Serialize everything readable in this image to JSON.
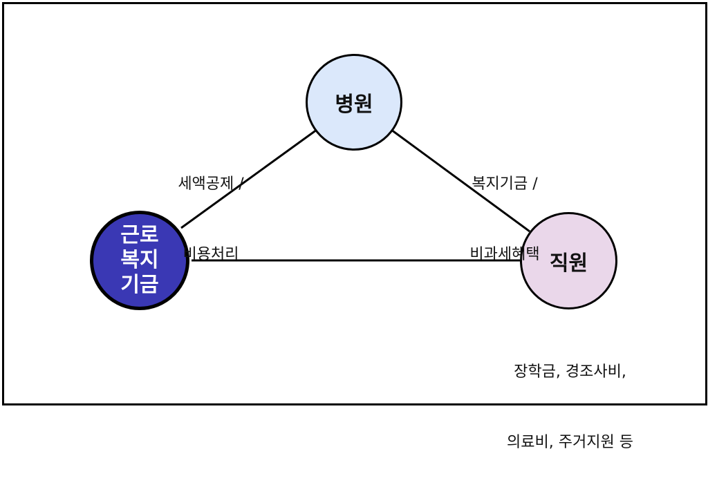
{
  "nodes": {
    "hospital": {
      "label": "병원",
      "color": "#dbe8fb"
    },
    "fund": {
      "label_lines": [
        "근로",
        "복지",
        "기금"
      ],
      "color": "#3a38b4"
    },
    "employee": {
      "label": "직원",
      "color": "#ead7ea"
    }
  },
  "edges": {
    "fund_hospital": {
      "lines": [
        "세액공제 /",
        "비용처리"
      ]
    },
    "hospital_employee": {
      "lines": [
        "복지기금 /",
        "비과세혜택"
      ]
    },
    "employee_note": {
      "lines": [
        "장학금, 경조사비,",
        "의료비, 주거지원 등"
      ]
    }
  }
}
